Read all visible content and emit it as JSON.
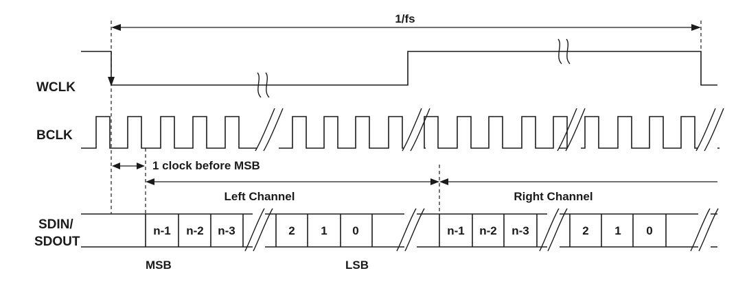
{
  "colors": {
    "ink": "#1a1a1a",
    "background": "#ffffff"
  },
  "signals": {
    "wclk": "WCLK",
    "bclk": "BCLK",
    "sdin_line1": "SDIN/",
    "sdin_line2": "SDOUT"
  },
  "annotations": {
    "period": "1/fs",
    "clock_before_msb": "1 clock before MSB",
    "left_channel": "Left Channel",
    "right_channel": "Right Channel",
    "msb": "MSB",
    "lsb": "LSB"
  },
  "data_cells": {
    "left": [
      "n-1",
      "n-2",
      "n-3",
      "2",
      "1",
      "0"
    ],
    "right": [
      "n-1",
      "n-2",
      "n-3",
      "2",
      "1",
      "0"
    ]
  }
}
